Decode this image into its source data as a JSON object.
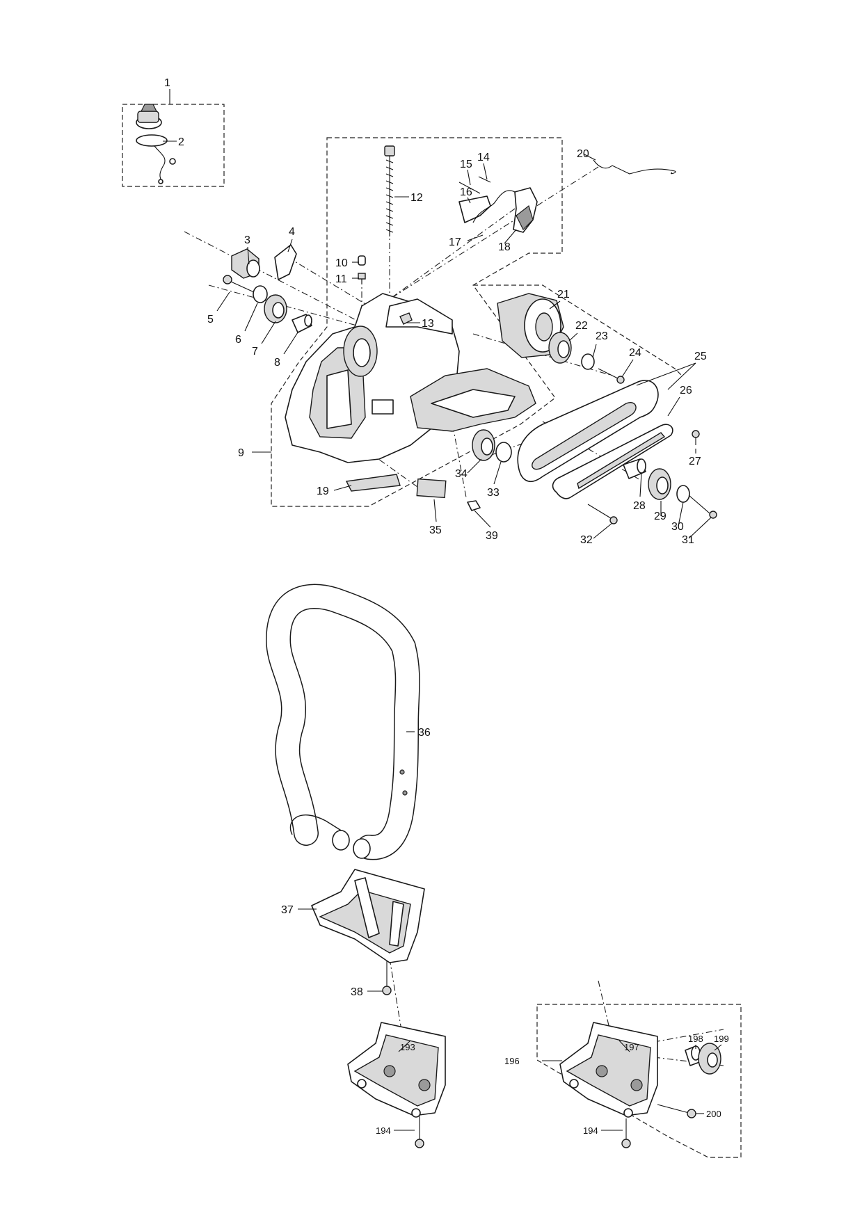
{
  "callouts": {
    "c1": "1",
    "c2": "2",
    "c3": "3",
    "c4": "4",
    "c5": "5",
    "c6": "6",
    "c7": "7",
    "c8": "8",
    "c9": "9",
    "c10": "10",
    "c11": "11",
    "c12": "12",
    "c13": "13",
    "c14": "14",
    "c15": "15",
    "c16": "16",
    "c17": "17",
    "c18": "18",
    "c19": "19",
    "c20": "20",
    "c21": "21",
    "c22": "22",
    "c23": "23",
    "c24": "24",
    "c25": "25",
    "c26": "26",
    "c27": "27",
    "c28": "28",
    "c29": "29",
    "c30": "30",
    "c31": "31",
    "c32": "32",
    "c33": "33",
    "c34": "34",
    "c35": "35",
    "c36": "36",
    "c37": "37",
    "c38": "38",
    "c39": "39",
    "c193": "193",
    "c194a": "194",
    "c194b": "194",
    "c196": "196",
    "c197": "197",
    "c198": "198",
    "c199": "199",
    "c200": "200"
  }
}
